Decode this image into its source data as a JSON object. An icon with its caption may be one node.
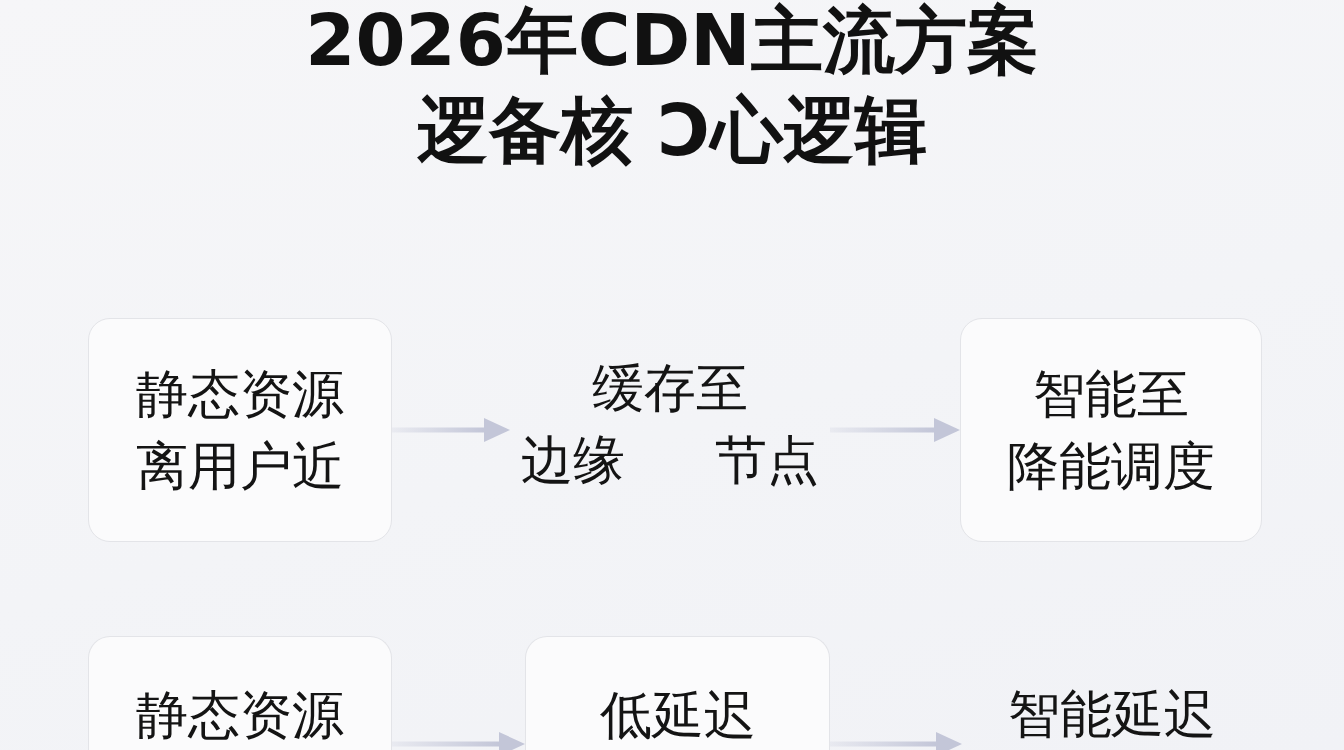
{
  "diagram": {
    "title": "2026年CDN主流方案逻备核 Ↄ心逻辑",
    "nodes": [
      {
        "text": [
          "静态资源离用户近"
        ]
      },
      {
        "text": [
          "缓存至边缘 节点"
        ]
      },
      {
        "text": [
          "智能至降能调度"
        ]
      },
      {
        "text": [
          "静态资源"
        ]
      },
      {
        "text": [
          "低延迟"
        ]
      },
      {
        "text": [
          "智能延迟"
        ]
      }
    ],
    "edges": [
      {
        "from": 0,
        "to": 1,
        "arrow": "to"
      },
      {
        "from": 1,
        "to": 2,
        "arrow": "to"
      },
      {
        "from": 3,
        "to": 4,
        "arrow": "to"
      },
      {
        "from": 4,
        "to": 5,
        "arrow": "to"
      }
    ]
  }
}
